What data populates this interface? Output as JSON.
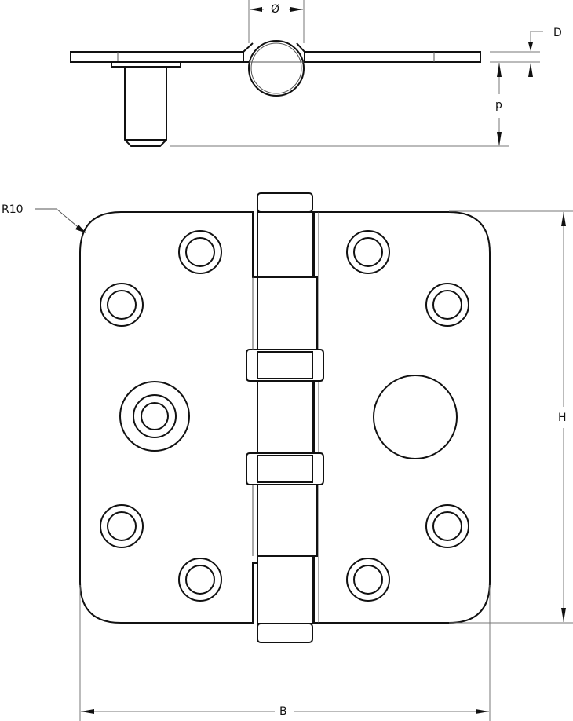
{
  "drawing": {
    "subject": "Door hinge with radius corners, technical drawing",
    "views": [
      "side-view",
      "front-view"
    ],
    "colors": {
      "line": "#111111",
      "dimension_line": "#777777",
      "background": "#ffffff"
    }
  },
  "dimensions": {
    "diameter_label": "Ø",
    "thickness_label": "D",
    "pin_length_label": "p",
    "corner_radius_label": "R10",
    "height_label": "H",
    "width_label": "B"
  },
  "features": {
    "screw_holes_per_leaf": 4,
    "leaf_left_center": "pin-stud",
    "leaf_right_center": "pin-hole",
    "knuckles": 5
  }
}
